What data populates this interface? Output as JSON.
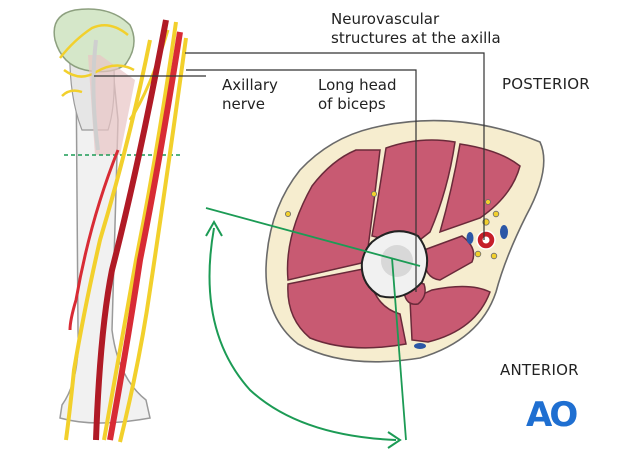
{
  "labels": {
    "neurovascular": [
      "Neurovascular",
      "structures at the axilla"
    ],
    "axillary_nerve": [
      "Axillary",
      "nerve"
    ],
    "long_head_biceps": [
      "Long head",
      "of biceps"
    ],
    "posterior": "POSTERIOR",
    "anterior": "ANTERIOR"
  },
  "logo": {
    "text": "AO",
    "color": "#1f6fd1"
  },
  "colors": {
    "muscle": "#c85a72",
    "muscle_outline": "#6a2a3a",
    "subcutaneous_fat": "#f6edcf",
    "nerve": "#f2d02c",
    "artery": "#c61e2a",
    "vein": "#2c57a6",
    "bone": "#e9e9e9",
    "angle_arc": "#1c9b55",
    "leader_line": "#333333"
  },
  "icons": {
    "logo": "ao-foundation-logo",
    "rotation": "curved-double-arrow-icon"
  }
}
